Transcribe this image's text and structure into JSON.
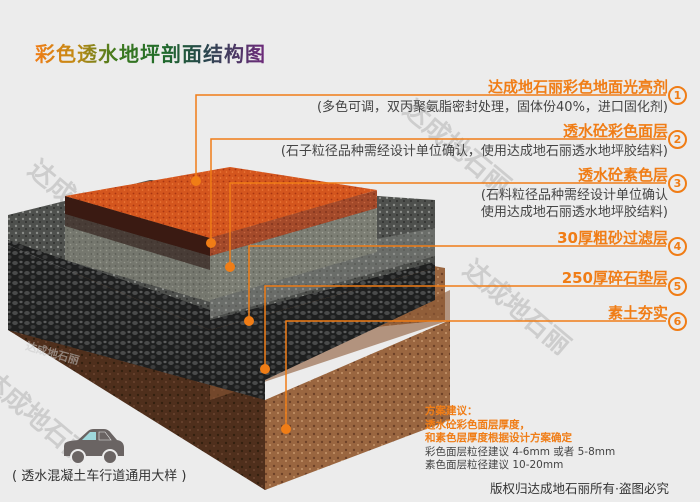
{
  "title": "彩色透水地坪剖面结构图",
  "layers": [
    {
      "num": "1",
      "label": "达成地石丽彩色地面光亮剂",
      "desc": [
        "(多色可调，双丙聚氨脂密封处理，固体份40%，进口固化剂)"
      ]
    },
    {
      "num": "2",
      "label": "透水砼彩色面层",
      "desc": [
        "(石子粒径品种需经设计单位确认，使用达成地石丽透水地坪胶结料)"
      ]
    },
    {
      "num": "3",
      "label": "透水砼素色层",
      "desc": [
        "(石料粒径品种需经设计单位确认",
        "使用达成地石丽透水地坪胶结料)"
      ]
    },
    {
      "num": "4",
      "label": "30厚粗砂过滤层",
      "desc": []
    },
    {
      "num": "5",
      "label": "250厚碎石垫层",
      "desc": []
    },
    {
      "num": "6",
      "label": "素土夯实",
      "desc": []
    }
  ],
  "recommendation": {
    "heading": "方案建议：",
    "line1": "透水砼彩色面层厚度，",
    "line2": "和素色层厚度根据设计方案确定",
    "line3": "彩色面层粒径建议 4-6mm 或者 5-8mm",
    "line4": "素色面层粒径建议 10-20mm"
  },
  "car_caption": "( 透水混凝土车行道通用大样 )",
  "copyright": "版权归达成地石丽所有·盗图必究",
  "watermark": "达成地石丽",
  "colors": {
    "accent": "#f07d16",
    "background": "#ececec",
    "red_layer": "#c94a1a",
    "grey_layer": "#6f716a",
    "sand_layer": "#5a5c5a",
    "gravel_layer": "#2f3030",
    "soil_layer": "#8a5a3a"
  }
}
